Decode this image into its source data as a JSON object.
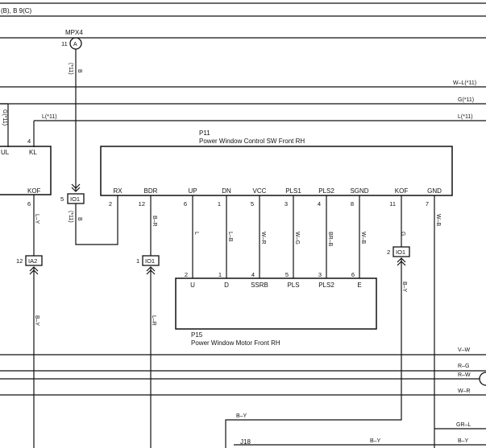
{
  "header_ref": "(B), B 9(C)",
  "mpx4": {
    "name": "MPX4",
    "pin": "11",
    "letter": "A",
    "wire": "B",
    "note": "(*11)"
  },
  "right_labels": {
    "wl": "W–L(*11)",
    "g": "G(*11)",
    "l": "L(*11)"
  },
  "left_block": {
    "g_note": "G(*11)",
    "l_note": "L(*11)",
    "pin_kl": "4",
    "left_text": "UL",
    "kl": "KL",
    "kof": "KOF",
    "pin_kof": "6",
    "wire": "L–Y"
  },
  "ia2": {
    "pin": "12",
    "name": "IA2",
    "wire": "B–Y"
  },
  "io1_left": {
    "pin": "5",
    "name": "IO1",
    "rx_wire": "B",
    "rx_note": "(*11)"
  },
  "io1_mid": {
    "pin": "1",
    "name": "IO1",
    "wire": "L–R"
  },
  "io1_right": {
    "pin": "2",
    "name": "IO1",
    "wire": "B–Y"
  },
  "p11": {
    "code": "P11",
    "title": "Power Window Control SW Front RH",
    "terminals": [
      {
        "name": "RX",
        "pin": "2",
        "wire": "B"
      },
      {
        "name": "BDR",
        "pin": "12",
        "wire": "B–R"
      },
      {
        "name": "UP",
        "pin": "6",
        "wire": "L"
      },
      {
        "name": "DN",
        "pin": "1",
        "wire": "L–B"
      },
      {
        "name": "VCC",
        "pin": "5",
        "wire": "W–R"
      },
      {
        "name": "PLS1",
        "pin": "3",
        "wire": "W–G"
      },
      {
        "name": "PLS2",
        "pin": "4",
        "wire": "BR–B"
      },
      {
        "name": "SGND",
        "pin": "8",
        "wire": "W–B"
      },
      {
        "name": "KOF",
        "pin": "11",
        "wire": "G"
      },
      {
        "name": "GND",
        "pin": "7",
        "wire": "W–B"
      }
    ]
  },
  "p15": {
    "code": "P15",
    "title": "Power Window Motor Front RH",
    "terminals": [
      {
        "name": "U",
        "pin": "2"
      },
      {
        "name": "D",
        "pin": "1"
      },
      {
        "name": "SSRB",
        "pin": "4"
      },
      {
        "name": "PLS",
        "pin": "5"
      },
      {
        "name": "PLS2",
        "pin": "3"
      },
      {
        "name": "E",
        "pin": "6"
      }
    ]
  },
  "bottom_wires": {
    "vw": "V–W",
    "rg": "R–G",
    "rw": "R–W",
    "wr": "W–R",
    "by1": "B–Y",
    "grl": "GR–L",
    "by2": "B–Y",
    "by3": "B–Y"
  },
  "j18": {
    "name": "J18"
  }
}
